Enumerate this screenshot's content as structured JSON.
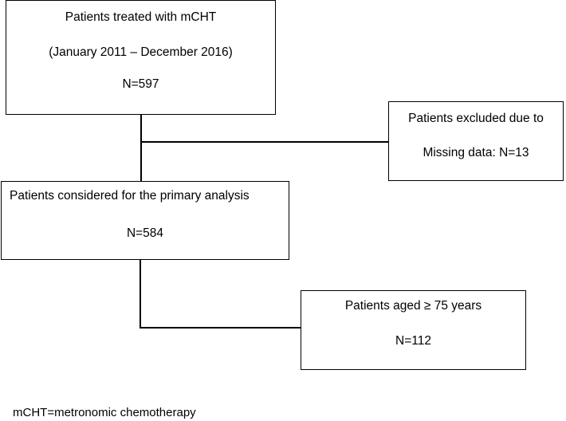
{
  "flowchart": {
    "enrolled": {
      "title": "Patients treated with mCHT",
      "period": "(January 2011 – December 2016)",
      "n": "N=597"
    },
    "excluded": {
      "line1": "Patients excluded due to",
      "line2": "Missing data: N=13"
    },
    "primary": {
      "title": "Patients considered for the primary analysis",
      "n": "N=584"
    },
    "elderly": {
      "title": "Patients aged ≥ 75 years",
      "n": "N=112"
    }
  },
  "footnote": "mCHT=metronomic chemotherapy",
  "colors": {
    "stroke": "#000000",
    "background": "#ffffff"
  }
}
